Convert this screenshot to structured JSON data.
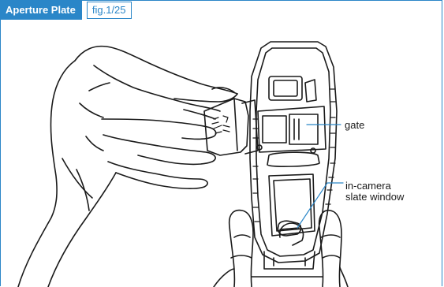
{
  "header": {
    "title": "Aperture Plate",
    "figure_label": "fig.1/25"
  },
  "callouts": {
    "gate": "gate",
    "slate_line1": "in-camera",
    "slate_line2": "slate window"
  },
  "colors": {
    "accent": "#2a86c8",
    "ink": "#1a1a1a"
  }
}
